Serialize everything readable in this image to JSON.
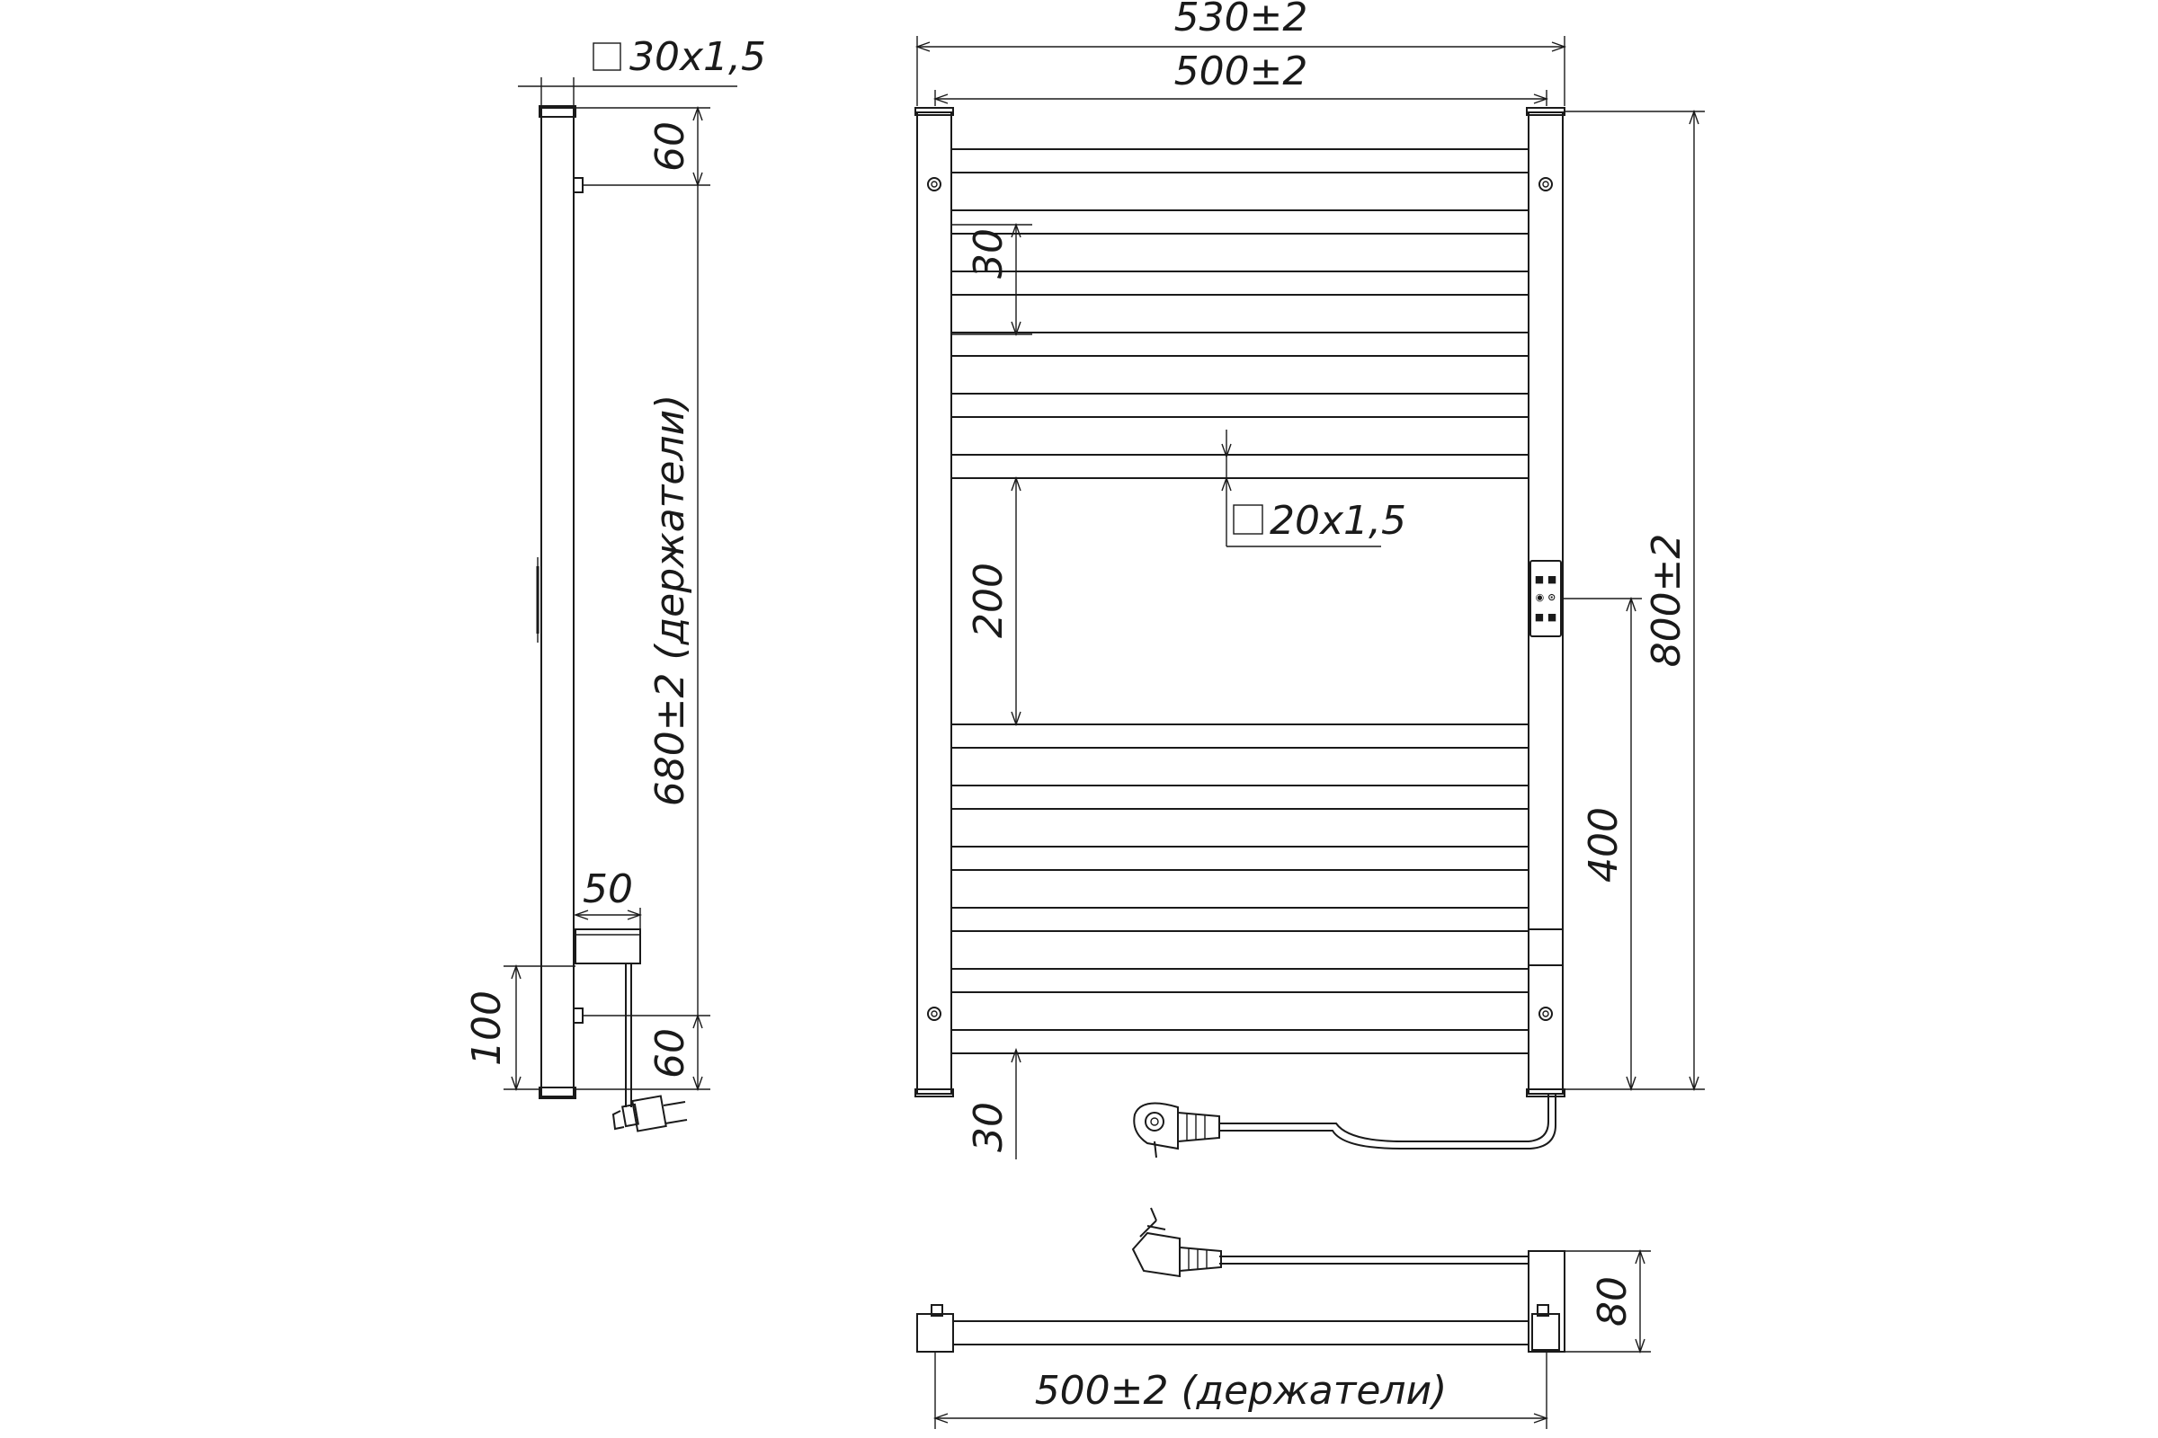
{
  "side_view": {
    "profile": "30x1,5",
    "top_mount": "60",
    "holder_span": "680±2 (держатели)",
    "bracket_depth": "50",
    "bottom_offset": "100",
    "bottom_mount": "60"
  },
  "front_view": {
    "overall_width": "530±2",
    "inner_width": "500±2",
    "bar_spacing": "30",
    "bar_profile": "20x1,5",
    "gap": "200",
    "overall_height": "800±2",
    "control_height": "400",
    "bottom_gap": "30",
    "control_labels": [
      "■ ■",
      "◉ ⊙",
      "■ ■"
    ]
  },
  "top_view": {
    "depth": "80",
    "holder_width": "500±2 (держатели)"
  }
}
